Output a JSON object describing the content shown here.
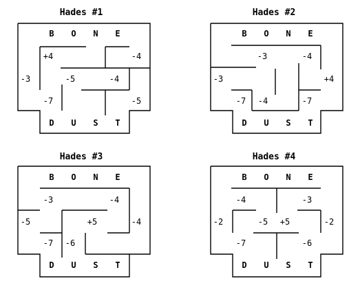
{
  "puzzles": [
    {
      "title": "Hades #1",
      "top_letters": [
        "B",
        "O",
        "N",
        "E"
      ],
      "bottom_letters": [
        "D",
        "U",
        "S",
        "T"
      ],
      "numbers": [
        "+4",
        "-4",
        "-3",
        "-5",
        "-4",
        "-7",
        "-5"
      ]
    },
    {
      "title": "Hades #2",
      "top_letters": [
        "B",
        "O",
        "N",
        "E"
      ],
      "bottom_letters": [
        "D",
        "U",
        "S",
        "T"
      ],
      "numbers": [
        "-3",
        "-4",
        "-3",
        "+4",
        "-7",
        "-4",
        "-7"
      ]
    },
    {
      "title": "Hades #3",
      "top_letters": [
        "B",
        "O",
        "N",
        "E"
      ],
      "bottom_letters": [
        "D",
        "U",
        "S",
        "T"
      ],
      "numbers": [
        "-3",
        "-4",
        "-5",
        "+5",
        "-4",
        "-7",
        "-6"
      ]
    },
    {
      "title": "Hades #4",
      "top_letters": [
        "B",
        "O",
        "N",
        "E"
      ],
      "bottom_letters": [
        "D",
        "U",
        "S",
        "T"
      ],
      "numbers": [
        "-4",
        "-3",
        "-2",
        "-5",
        "+5",
        "-2",
        "-7",
        "-6"
      ]
    }
  ]
}
